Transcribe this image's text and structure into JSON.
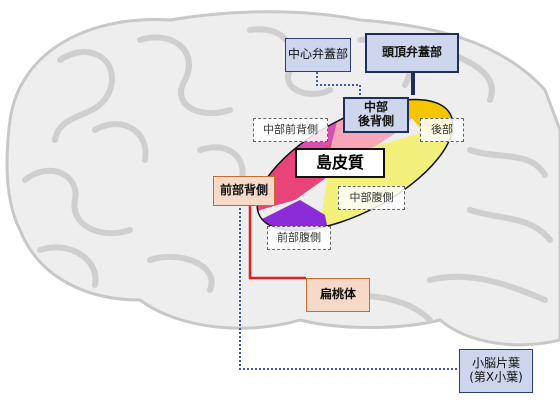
{
  "diagram": {
    "center_label": "島皮質",
    "regions": [
      {
        "id": "anterior-dorsal",
        "label": "前部背側",
        "color": "#e8447a"
      },
      {
        "id": "middle-posterior-dorsal",
        "label": "中部\n後背側",
        "color": "#f7a6b8"
      },
      {
        "id": "posterior",
        "label": "後部",
        "color": "#f5c500"
      },
      {
        "id": "middle-ventral",
        "label": "中部腹側",
        "color": "#f2f07a"
      },
      {
        "id": "anterior-ventral",
        "label": "前部腹側",
        "color": "#8c2bd8"
      },
      {
        "id": "middle-anterior-dorsal",
        "label": "中部前背側",
        "color": "#d94fae"
      }
    ],
    "targets": [
      {
        "id": "central-operculum",
        "label": "中心弁蓋部"
      },
      {
        "id": "parietal-operculum",
        "label": "頭頂弁蓋部"
      },
      {
        "id": "amygdala",
        "label": "扁桃体"
      },
      {
        "id": "cerebellar-flocculus",
        "label": "小脳片葉\n(第X小葉)"
      }
    ],
    "colors": {
      "dark_blue": "#1e2f5e",
      "dotted_blue": "#3a5bb5",
      "red": "#e02020",
      "brain_bg": "#d9d9d9"
    }
  }
}
